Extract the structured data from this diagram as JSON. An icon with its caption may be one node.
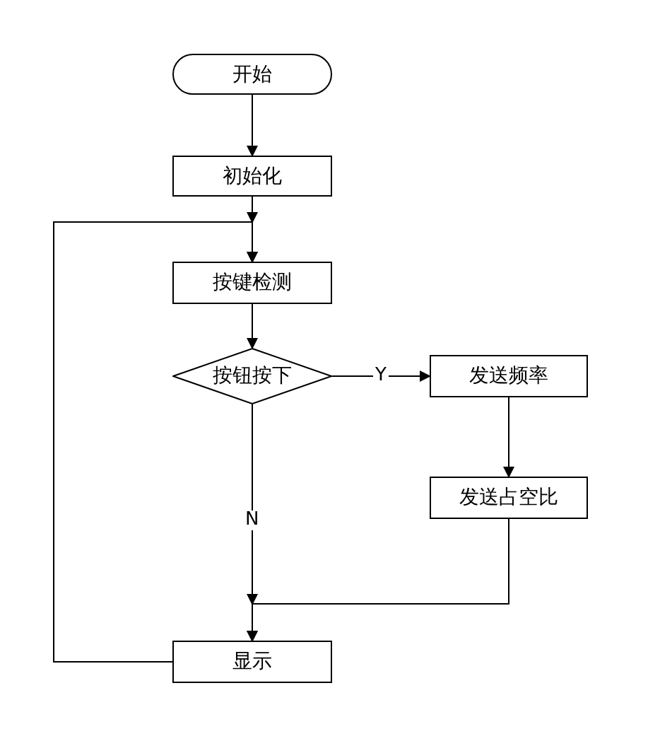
{
  "diagram": {
    "nodes": [
      {
        "text": [
          "开始"
        ]
      },
      {
        "text": [
          "初始化"
        ]
      },
      {
        "text": [
          "按键检测"
        ]
      },
      {
        "text": [
          "按钮按下"
        ]
      },
      {
        "text": [
          "发送频率"
        ]
      },
      {
        "text": [
          "发送占空比"
        ]
      },
      {
        "text": [
          "显示"
        ]
      }
    ],
    "edges": [
      {
        "from": 0,
        "to": 1,
        "arrow": "to"
      },
      {
        "from": 1,
        "to": 2,
        "arrow": "to"
      },
      {
        "from": 2,
        "to": 3,
        "arrow": "to"
      },
      {
        "from": 3,
        "to": 4,
        "arrow": "to",
        "label": "Y"
      },
      {
        "from": 4,
        "to": 5,
        "arrow": "to"
      },
      {
        "from": 3,
        "to": 6,
        "arrow": "to",
        "label": "N"
      },
      {
        "from": 5,
        "to": 6,
        "arrow": "to"
      },
      {
        "from": 6,
        "to": 2,
        "arrow": "to"
      }
    ]
  }
}
